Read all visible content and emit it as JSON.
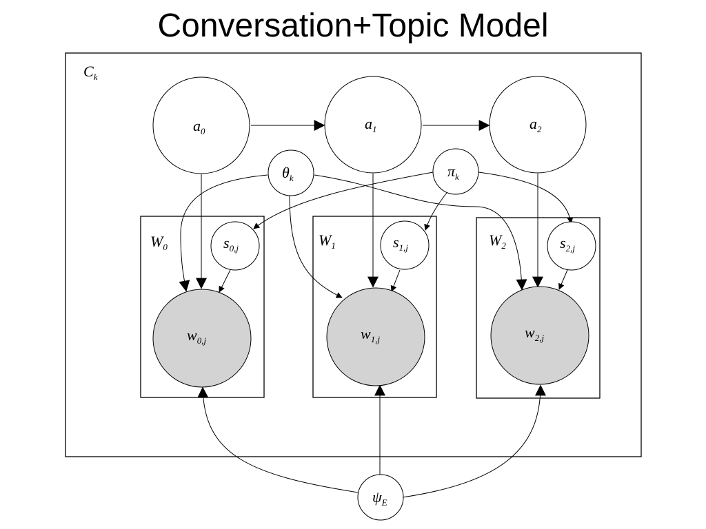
{
  "title": "Conversation+Topic Model",
  "plates": {
    "outer": {
      "label": "C",
      "sub": "k"
    },
    "w0": {
      "label": "W",
      "sub": "0"
    },
    "w1": {
      "label": "W",
      "sub": "1"
    },
    "w2": {
      "label": "W",
      "sub": "2"
    }
  },
  "nodes": {
    "a0": {
      "label": "a",
      "sub": "0",
      "observed": false
    },
    "a1": {
      "label": "a",
      "sub": "1",
      "observed": false
    },
    "a2": {
      "label": "a",
      "sub": "2",
      "observed": false
    },
    "theta": {
      "label": "θ",
      "sub": "k",
      "observed": false
    },
    "pi": {
      "label": "π",
      "sub": "k",
      "observed": false
    },
    "s0": {
      "label": "s",
      "sub": "0,j",
      "observed": false
    },
    "s1": {
      "label": "s",
      "sub": "1,j",
      "observed": false
    },
    "s2": {
      "label": "s",
      "sub": "2,j",
      "observed": false
    },
    "w0": {
      "label": "w",
      "sub": "0,j",
      "observed": true
    },
    "w1": {
      "label": "w",
      "sub": "1,j",
      "observed": true
    },
    "w2": {
      "label": "w",
      "sub": "2,j",
      "observed": true
    },
    "psi": {
      "label": "ψ",
      "sub": "E",
      "observed": false
    }
  },
  "edges": [
    {
      "from": "a0",
      "to": "a1"
    },
    {
      "from": "a1",
      "to": "a2"
    },
    {
      "from": "a0",
      "to": "w0"
    },
    {
      "from": "a1",
      "to": "w1"
    },
    {
      "from": "a2",
      "to": "w2"
    },
    {
      "from": "theta",
      "to": "w0"
    },
    {
      "from": "theta",
      "to": "w1"
    },
    {
      "from": "theta",
      "to": "w2"
    },
    {
      "from": "pi",
      "to": "s0"
    },
    {
      "from": "pi",
      "to": "s1"
    },
    {
      "from": "pi",
      "to": "s2"
    },
    {
      "from": "s0",
      "to": "w0"
    },
    {
      "from": "s1",
      "to": "w1"
    },
    {
      "from": "s2",
      "to": "w2"
    },
    {
      "from": "psi",
      "to": "w0"
    },
    {
      "from": "psi",
      "to": "w1"
    },
    {
      "from": "psi",
      "to": "w2"
    }
  ]
}
